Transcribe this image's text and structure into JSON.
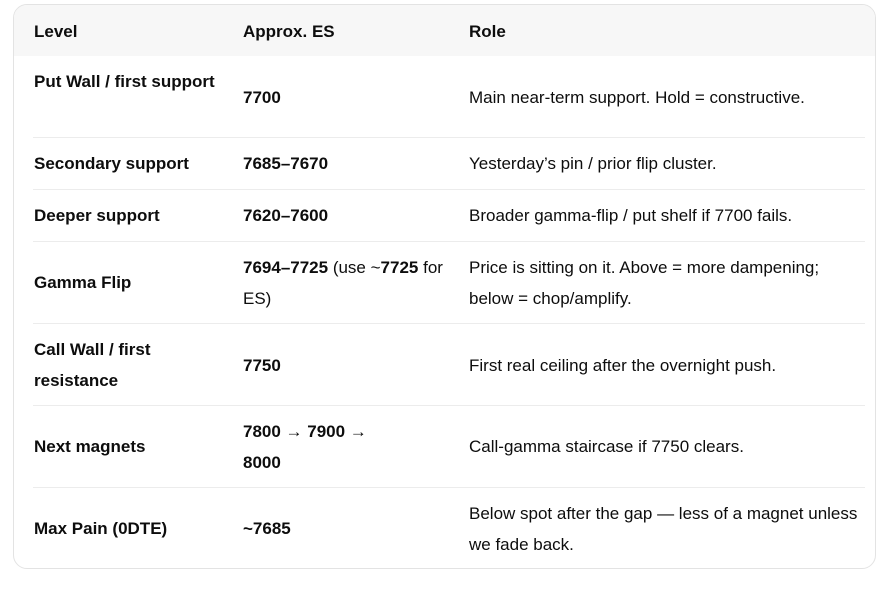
{
  "headers": {
    "level": "Level",
    "es": "Approx. ES",
    "role": "Role"
  },
  "rows": [
    {
      "level": "Put Wall / first support",
      "es": "7700",
      "role": "Main near-term support. Hold = constructive."
    },
    {
      "level": "Secondary support",
      "es": "7685–7670",
      "role": "Yesterday’s pin / prior flip cluster."
    },
    {
      "level": "Deeper support",
      "es": "7620–7600",
      "role": "Broader gamma-flip / put shelf if 7700 fails."
    },
    {
      "level": "Gamma Flip",
      "es_bold": "7694–7725",
      "es_note_a": " (use ~",
      "es_bold_b": "7725",
      "es_note_b": " for ES)",
      "role": "Price is sitting on it. Above = more dampening; below = chop/amplify."
    },
    {
      "level": "Call Wall / first resistance",
      "es": "7750",
      "role": "First real ceiling after the overnight push."
    },
    {
      "level": "Next magnets",
      "es": "7800 → 7900 → 8000",
      "role": "Call-gamma staircase if 7750 clears."
    },
    {
      "level": "Max Pain (0DTE)",
      "es": "~7685",
      "role": "Below spot after the gap — less of a magnet unless we fade back."
    }
  ]
}
